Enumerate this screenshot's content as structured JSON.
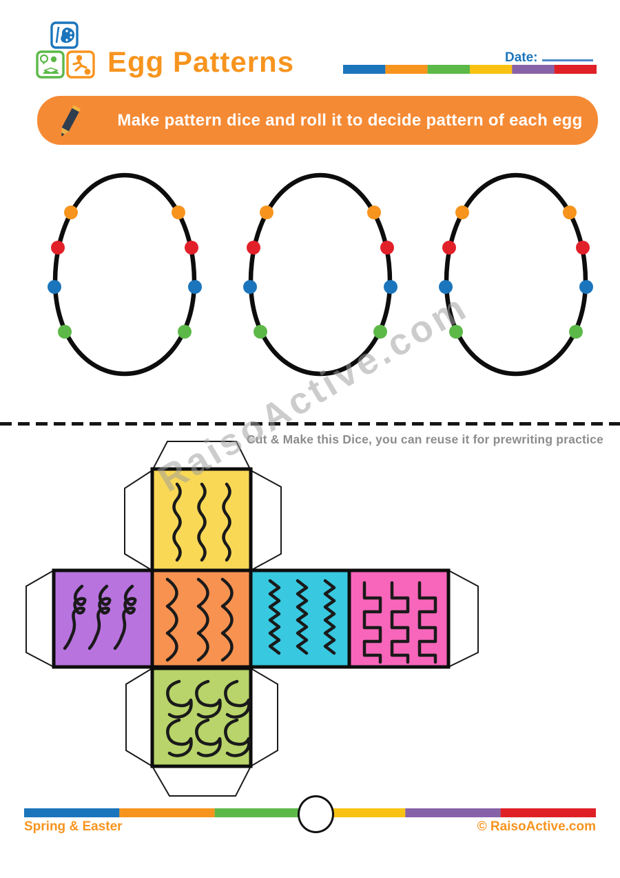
{
  "colors": {
    "brand_orange": "#F7941E",
    "brand_blue": "#1B75BC",
    "brand_green": "#5CB948",
    "banner_bg": "#F58A35",
    "note_gray": "#8C8C8C",
    "stripe": [
      "#1B75BC",
      "#F7941E",
      "#5CB948",
      "#F9C213",
      "#8862A8",
      "#DF2027"
    ]
  },
  "header": {
    "title": "Egg Patterns",
    "date_label": "Date:",
    "logo_icons": [
      "art-palette",
      "reading-child",
      "football-kick"
    ]
  },
  "banner": {
    "text": "Make pattern dice and roll it to decide pattern of each egg",
    "icon": "pencil-icon"
  },
  "eggs": {
    "count": 3,
    "dot_colors": [
      "#F7941E",
      "#E1202A",
      "#1B75BC",
      "#5CB948"
    ],
    "dot_order_top_to_bottom": [
      "orange",
      "red",
      "blue",
      "green"
    ],
    "dots_per_egg": 8
  },
  "cut_note": "Cut & Make this Dice, you can reuse it for prewriting practice",
  "dice": {
    "face_colors": {
      "wavy": "#F9D856",
      "curly": "#B873DF",
      "arcs": "#F79251",
      "zigzag": "#38C8E0",
      "steps": "#F766BB",
      "waves": "#B8D46A"
    },
    "face_patterns": [
      "wavy-vertical-lines",
      "curly-loop-lines",
      "stacked-arc-curves",
      "zigzag-lines",
      "square-step-lines",
      "wave-hook-curls"
    ]
  },
  "watermark": "RaisoActive.com",
  "footer": {
    "category": "Spring & Easter",
    "copyright": "© RaisoActive.com"
  }
}
